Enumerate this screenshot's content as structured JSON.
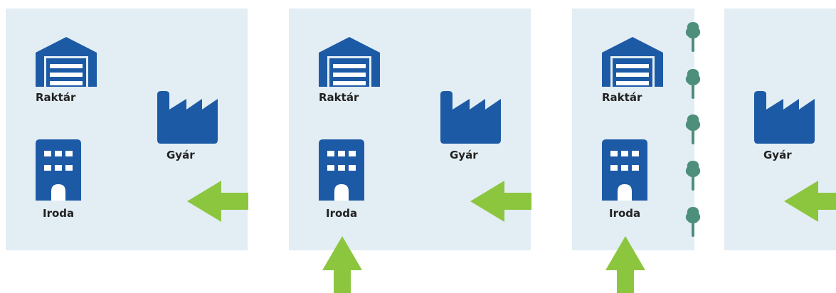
{
  "labels": {
    "warehouse": "Raktár",
    "factory": "Gyár",
    "office": "Iroda"
  },
  "icons": {
    "warehouse": "warehouse-icon",
    "factory": "factory-icon",
    "office": "office-building-icon",
    "tree": "tree-icon",
    "arrow_left": "arrow-left-icon",
    "arrow_up": "arrow-up-icon"
  },
  "colors": {
    "panel": "#e3edf4",
    "building": "#1d5aa6",
    "arrow": "#8cc63f",
    "tree": "#4d8f7a"
  },
  "scenarios": [
    {
      "name": "panel-1",
      "arrows": [
        "left"
      ],
      "tree_row": false
    },
    {
      "name": "panel-2",
      "arrows": [
        "left",
        "up"
      ],
      "tree_row": false
    },
    {
      "name": "panel-3",
      "arrows": [
        "left",
        "up"
      ],
      "tree_row": true
    }
  ]
}
